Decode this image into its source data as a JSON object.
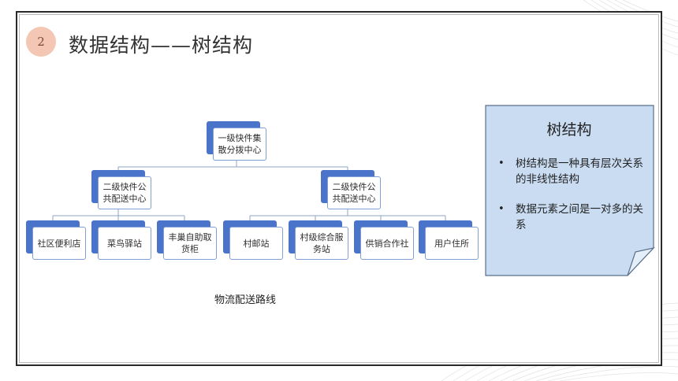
{
  "header": {
    "badge": "2",
    "title": "数据结构——树结构"
  },
  "tree": {
    "root": "一级快件集散分拨中心",
    "level2": [
      {
        "label": "二级快件公共配送中心",
        "children": [
          "社区便利店",
          "菜鸟驿站",
          "丰巢自助取货柜"
        ]
      },
      {
        "label": "二级快件公共配送中心",
        "children": [
          "村邮站",
          "村级综合服务站",
          "供销合作社",
          "用户住所"
        ]
      }
    ]
  },
  "caption": "物流配送路线",
  "note": {
    "title": "树结构",
    "bullets": [
      "树结构是一种具有层次关系的非线性结构",
      "数据元素之间是一对多的关系"
    ],
    "bullet_symbol": "•"
  },
  "colors": {
    "node_shadow": "#4a74c9",
    "note_fill": "#c9dcf2",
    "badge_fill": "#f3c7b3"
  }
}
